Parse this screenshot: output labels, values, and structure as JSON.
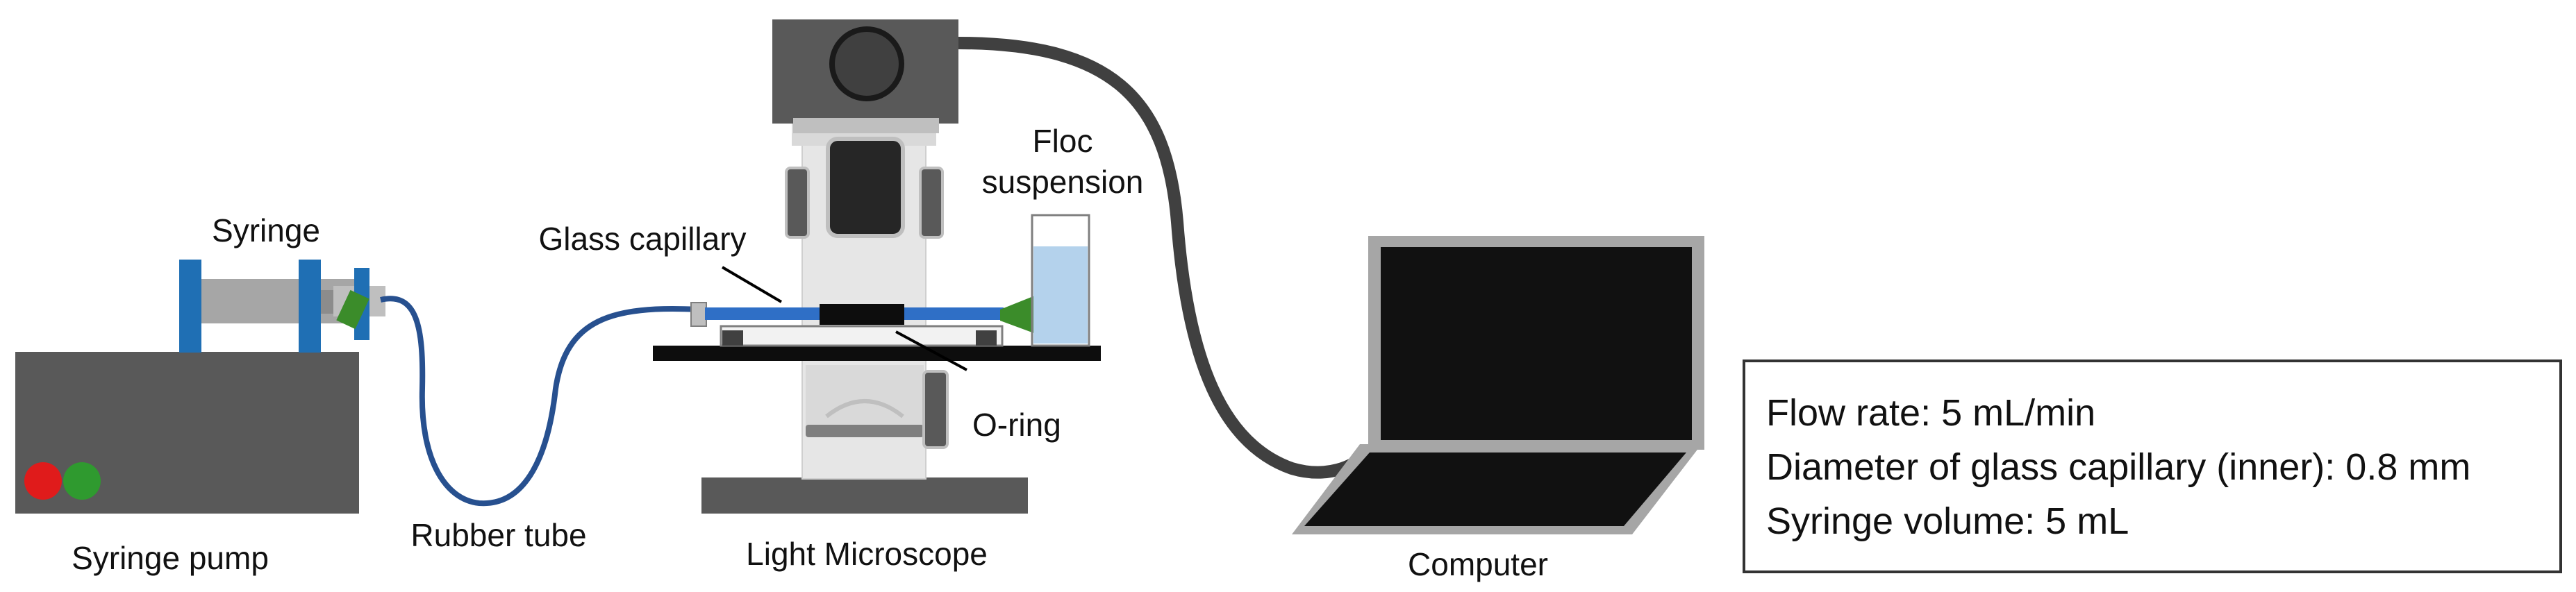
{
  "labels": {
    "syringe": "Syringe",
    "syringe_pump": "Syringe pump",
    "rubber_tube": "Rubber tube",
    "glass_capillary": "Glass capillary",
    "light_microscope": "Light Microscope",
    "o_ring": "O-ring",
    "floc_suspension_line1": "Floc",
    "floc_suspension_line2": "suspension",
    "computer": "Computer"
  },
  "parameters": {
    "flow_rate": "Flow rate: 5 mL/min",
    "capillary_diameter": "Diameter of glass capillary (inner): 0.8 mm",
    "syringe_volume": "Syringe volume: 5 mL"
  },
  "colors": {
    "pump_body": "#595959",
    "syringe_clamp": "#1f6fb4",
    "syringe_barrel": "#a6a6a6",
    "connector": "#3b8c2a",
    "tube": "#27508f",
    "capillary": "#2f6fc6",
    "stage": "#0d0d0d",
    "microscope_light": "#e6e6e6",
    "microscope_mid": "#bfbfbf",
    "microscope_dark": "#404040",
    "camera_cable": "#404040",
    "laptop_frame": "#a6a6a6",
    "laptop_screen": "#111111",
    "suspension_liquid": "#b4d2ec",
    "red_button": "#e01b1b",
    "green_button": "#2f9a2f"
  }
}
